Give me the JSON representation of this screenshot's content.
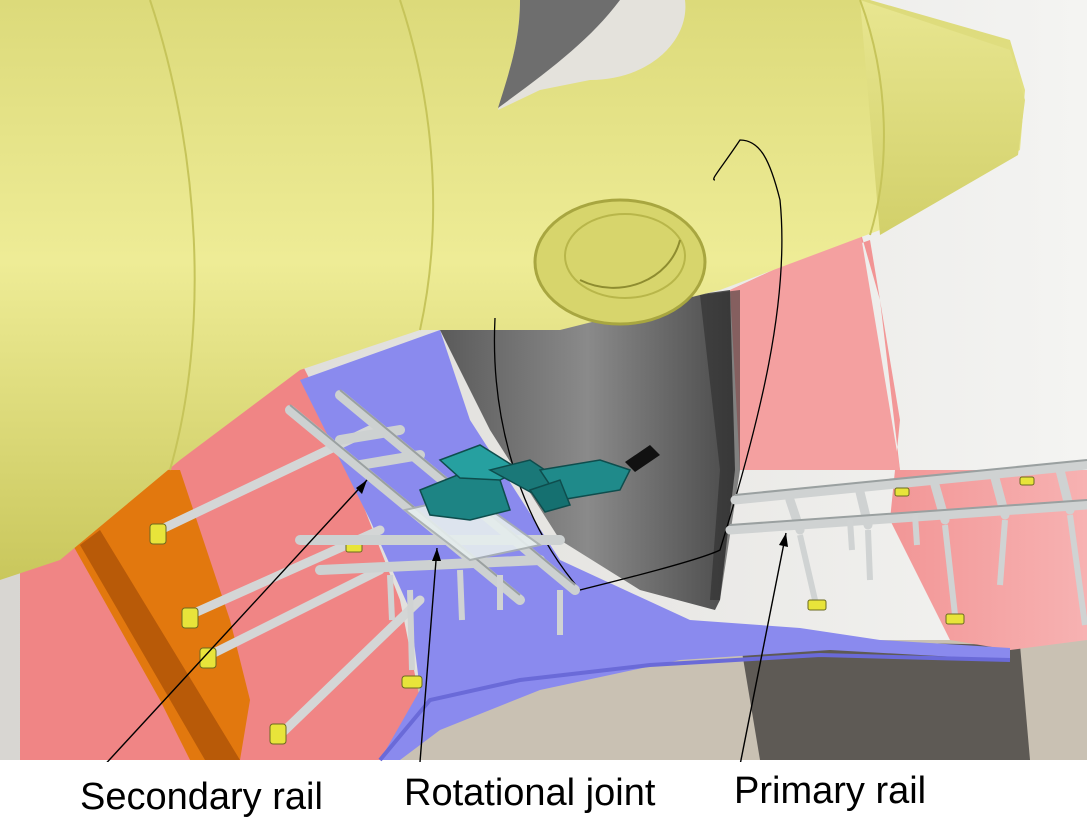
{
  "labels": {
    "secondary_rail": "Secondary rail",
    "rotational_joint": "Rotational joint",
    "primary_rail": "Primary rail"
  },
  "colors": {
    "hub": "#e6e48a",
    "hub_shade": "#c9c75c",
    "draft_tube": "#f08a8a",
    "runner_band": "#8787ee",
    "blade": "#707070",
    "rail": "#cfd3d3",
    "robot": "#1f8a8a",
    "floor": "#c8c0b2",
    "orange_frame": "#e07a10",
    "clamp": "#e8e43a"
  }
}
